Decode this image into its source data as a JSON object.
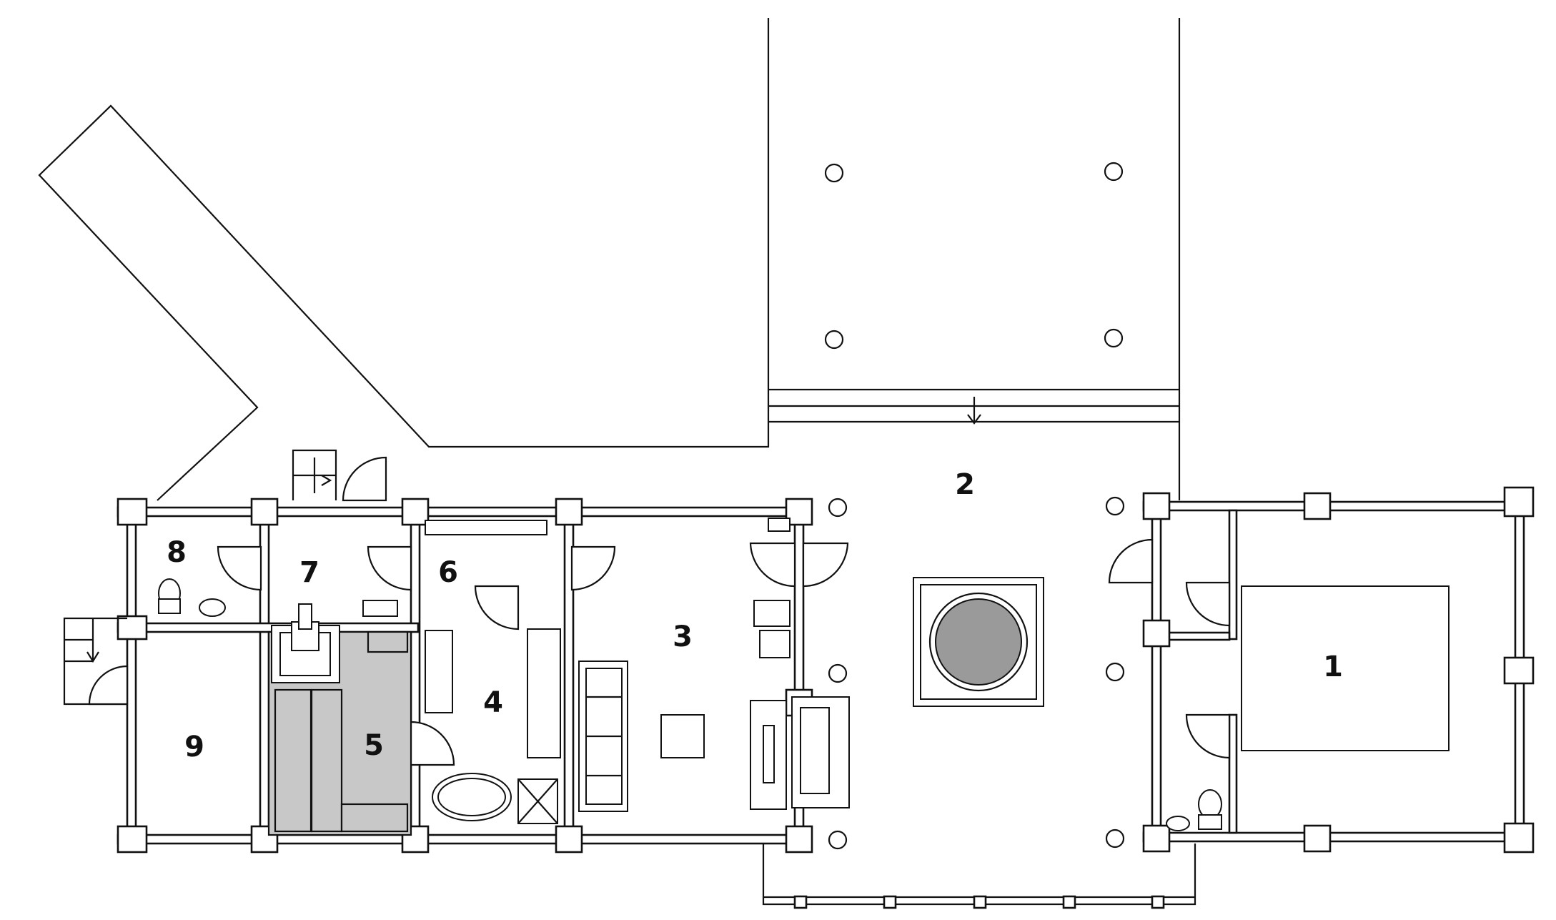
{
  "rooms": [
    {
      "number": "1"
    },
    {
      "number": "2"
    },
    {
      "number": "3"
    },
    {
      "number": "4"
    },
    {
      "number": "5"
    },
    {
      "number": "6"
    },
    {
      "number": "7"
    },
    {
      "number": "8"
    },
    {
      "number": "9"
    }
  ],
  "colors": {
    "line": "#111111",
    "sauna_fill": "#c8c8c8",
    "background": "#ffffff"
  }
}
